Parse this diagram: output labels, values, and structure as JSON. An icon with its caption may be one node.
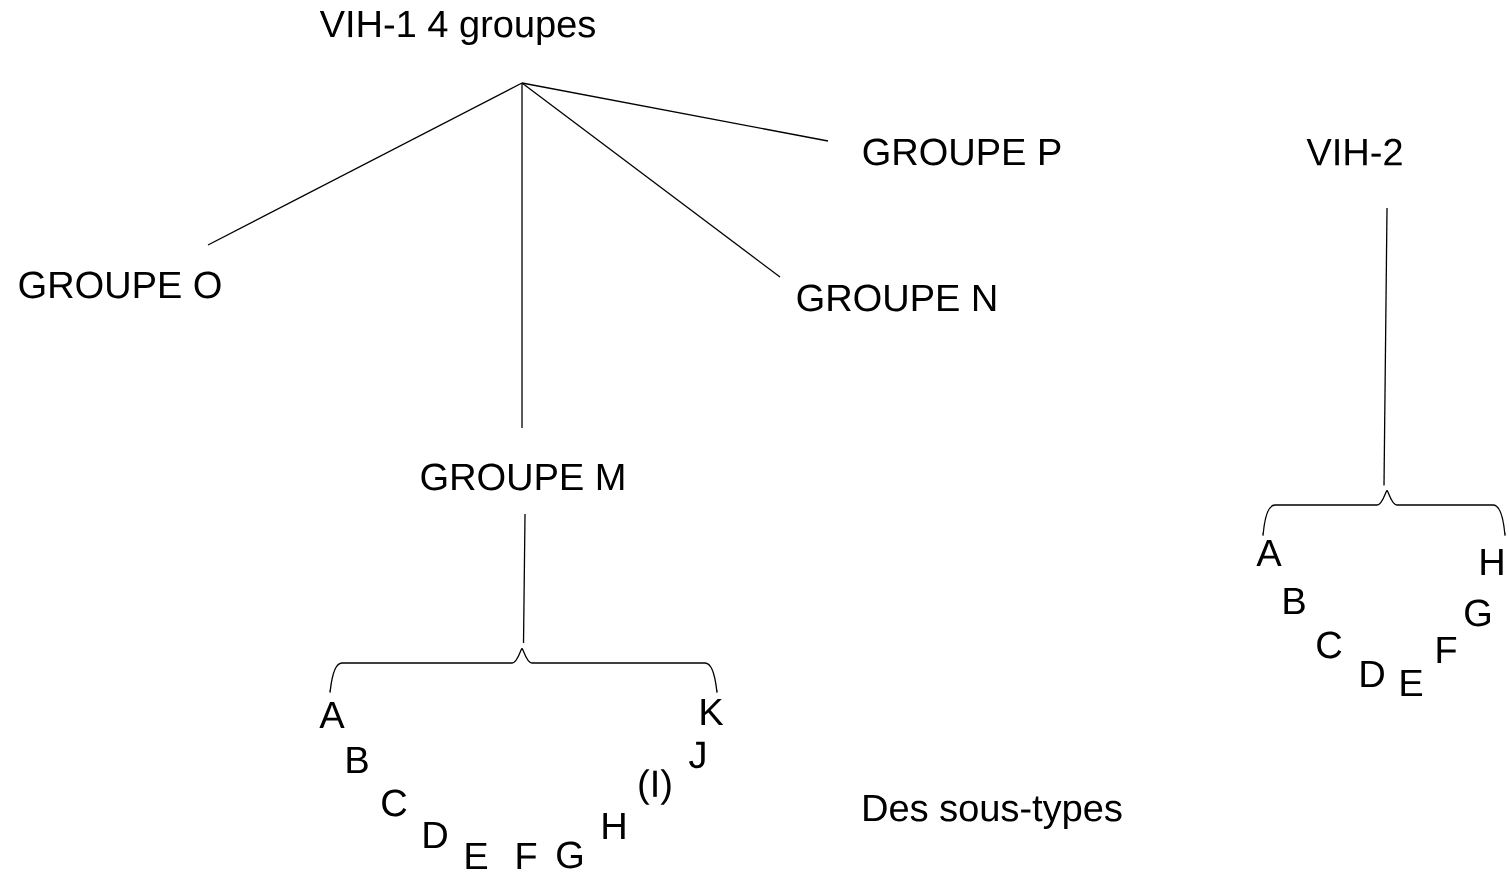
{
  "diagram": {
    "nodes": [
      {
        "text": [
          "VIH-1 4 groupes"
        ]
      },
      {
        "text": [
          "GROUPE O"
        ]
      },
      {
        "text": [
          "GROUPE M"
        ]
      },
      {
        "text": [
          "GROUPE N"
        ]
      },
      {
        "text": [
          "GROUPE P"
        ]
      },
      {
        "text": [
          "VIH-2"
        ]
      },
      {
        "text": [],
        "shape": "brace"
      },
      {
        "text": [],
        "shape": "brace"
      }
    ],
    "edges": [
      {
        "from": 0,
        "to": 1,
        "arrow": "none"
      },
      {
        "from": 0,
        "to": 2,
        "arrow": "none"
      },
      {
        "from": 0,
        "to": 3,
        "arrow": "none"
      },
      {
        "from": 0,
        "to": 4,
        "arrow": "none"
      },
      {
        "from": 2,
        "to": 6,
        "arrow": "none"
      },
      {
        "from": 5,
        "to": 7,
        "arrow": "none"
      }
    ],
    "labels": [
      "A",
      "B",
      "C",
      "D",
      "E",
      "F",
      "G",
      "H",
      "(I)",
      "J",
      "K",
      "Des sous-types",
      "A",
      "B",
      "C",
      "D",
      "E",
      "F",
      "G",
      "H"
    ]
  }
}
